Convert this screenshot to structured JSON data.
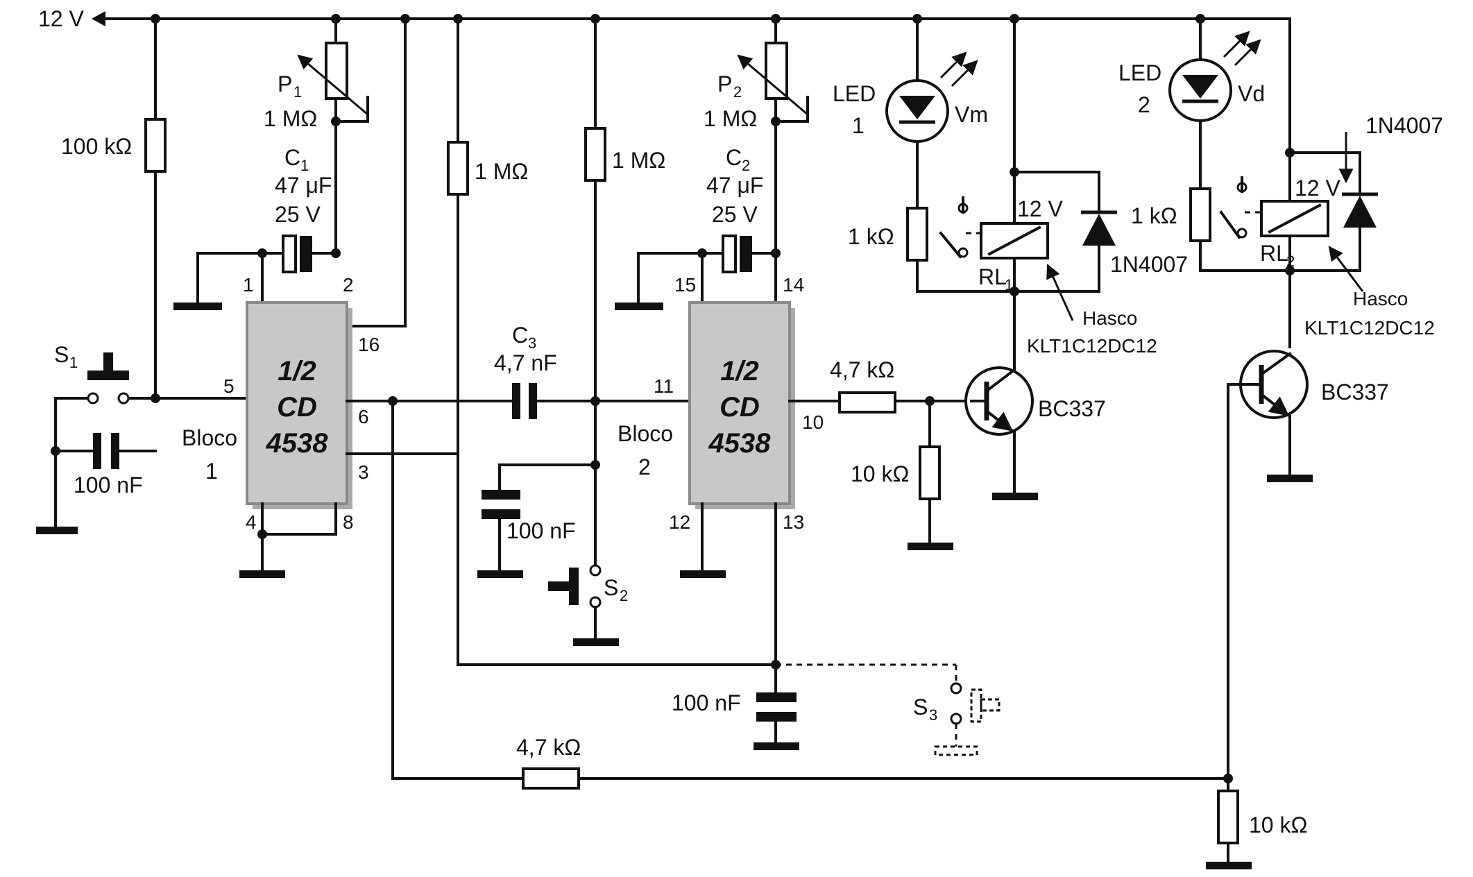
{
  "supply": {
    "label": "12 V"
  },
  "block1": {
    "ic_line1": "1/2",
    "ic_line2": "CD",
    "ic_line3": "4538",
    "block_word": "Bloco",
    "block_num": "1",
    "pins": {
      "p1": "1",
      "p2": "2",
      "p16": "16",
      "p5": "5",
      "p6": "6",
      "p3": "3",
      "p4": "4",
      "p8": "8"
    },
    "r_pullup": "100 kΩ",
    "p1_name": "P",
    "p1_sub": "1",
    "p1_value": "1 MΩ",
    "c1_name": "C",
    "c1_sub": "1",
    "c1_cap": "47 μF",
    "c1_volt": "25 V",
    "s1_name": "S",
    "s1_sub": "1",
    "c_s1": "100 nF"
  },
  "block2": {
    "ic_line1": "1/2",
    "ic_line2": "CD",
    "ic_line3": "4538",
    "block_word": "Bloco",
    "block_num": "2",
    "pins": {
      "p15": "15",
      "p14": "14",
      "p11": "11",
      "p10": "10",
      "p12": "12",
      "p13": "13"
    },
    "p2_name": "P",
    "p2_sub": "2",
    "p2_value": "1 MΩ",
    "c2_name": "C",
    "c2_sub": "2",
    "c2_cap": "47 μF",
    "c2_volt": "25 V",
    "c_pin13": "100 nF"
  },
  "coupling": {
    "r_a": "1 MΩ",
    "r_b": "1 MΩ",
    "c3_name": "C",
    "c3_sub": "3",
    "c3_value": "4,7 nF",
    "c_s2": "100 nF",
    "s2_name": "S",
    "s2_sub": "2",
    "s3_name": "S",
    "s3_sub": "3"
  },
  "stage1": {
    "led_word": "LED",
    "led_num": "1",
    "led_color": "Vm",
    "r_led": "1 kΩ",
    "relay_voltage": "12 V",
    "relay_name": "RL",
    "relay_sub": "1",
    "diode": "1N4007",
    "relay_brand": "Hasco",
    "relay_model": "KLT1C12DC12",
    "r_base": "4,7 kΩ",
    "r_base_ground": "10 kΩ",
    "transistor": "BC337"
  },
  "stage2": {
    "led_word": "LED",
    "led_num": "2",
    "led_color": "Vd",
    "r_led": "1 kΩ",
    "relay_voltage": "12 V",
    "relay_name": "RL",
    "relay_sub": "2",
    "diode": "1N4007",
    "relay_brand": "Hasco",
    "relay_model": "KLT1C12DC12",
    "r_feedback": "4,7 kΩ",
    "r_base_ground": "10 kΩ",
    "transistor": "BC337"
  }
}
